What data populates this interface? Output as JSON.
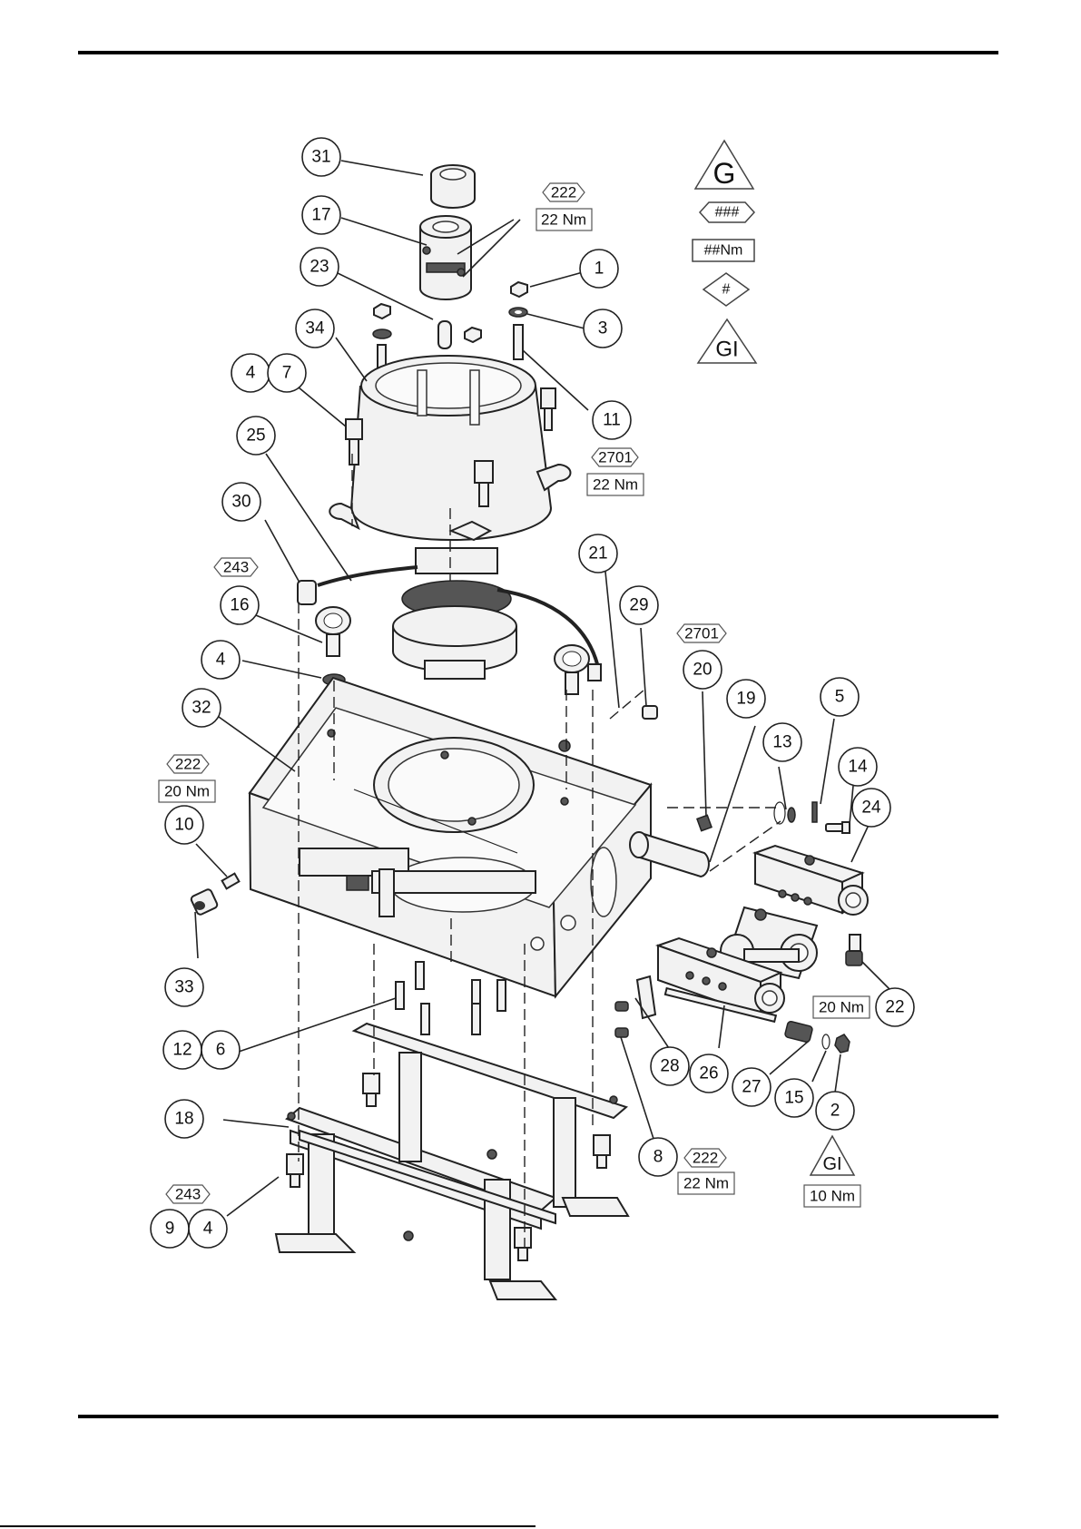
{
  "legend": {
    "glue_symbol": "G",
    "thread_lock_symbol": "###",
    "torque_symbol": "##Nm",
    "diamond_symbol": "#",
    "grease_symbol": "GI"
  },
  "balloons": [
    "31",
    "17",
    "23",
    "1",
    "3",
    "34",
    "4",
    "7",
    "11",
    "25",
    "30",
    "21",
    "16",
    "29",
    "4",
    "20",
    "19",
    "5",
    "32",
    "13",
    "14",
    "24",
    "10",
    "33",
    "22",
    "12",
    "6",
    "28",
    "26",
    "27",
    "15",
    "2",
    "18",
    "8",
    "9",
    "4"
  ],
  "notes": {
    "n1_code": "222",
    "n1_torque": "22 Nm",
    "n2_code": "2701",
    "n2_torque": "22 Nm",
    "n3_code": "243",
    "n4_code": "2701",
    "n5_code": "222",
    "n5_torque": "20 Nm",
    "n6_torque": "20 Nm",
    "n7_code": "222",
    "n7_torque": "22 Nm",
    "n8_symbol": "GI",
    "n8_torque": "10 Nm",
    "n9_code": "243"
  },
  "colors": {
    "line": "#222222",
    "part_fill": "#f2f2f2",
    "dark_fill": "#555555"
  }
}
